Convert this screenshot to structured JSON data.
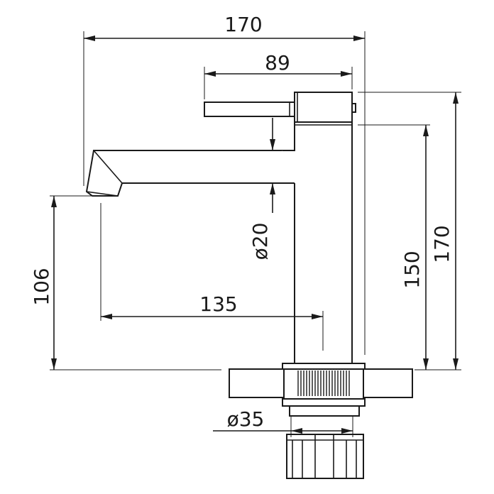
{
  "dimensions": {
    "overall_width": "170",
    "handle_length": "89",
    "overall_height": "170",
    "body_height": "150",
    "spout_height": "106",
    "spout_reach": "135",
    "body_diameter": "ø20",
    "thread_diameter": "ø35"
  },
  "colors": {
    "line": "#1a1a1a",
    "background": "#ffffff"
  }
}
